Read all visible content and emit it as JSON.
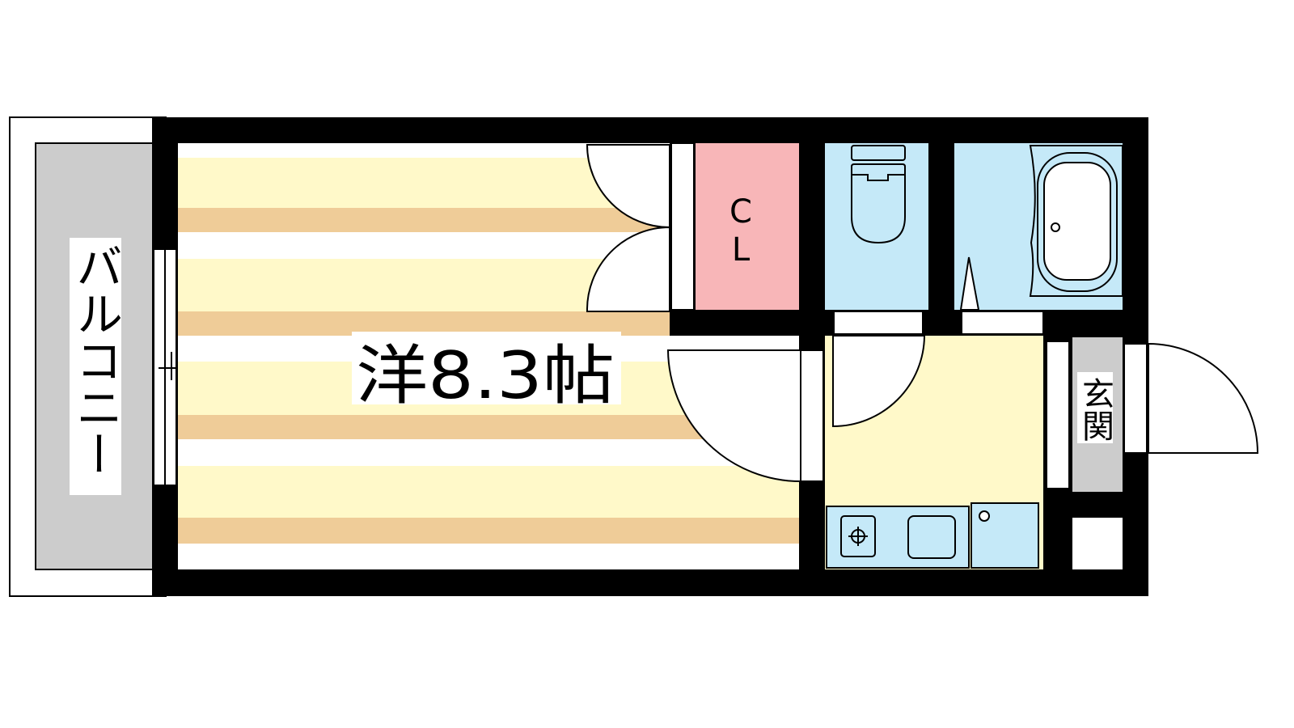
{
  "floorplan": {
    "rooms": {
      "western_room": {
        "label": "洋8.3帖",
        "type": "洋室",
        "size_jo": 8.3
      },
      "balcony": {
        "label": "バルコニー"
      },
      "closet": {
        "label_line1": "C",
        "label_line2": "L"
      },
      "entrance": {
        "label": "玄関"
      }
    },
    "colors": {
      "wall": "#000000",
      "floor_stripe_light": "#fff9c9",
      "floor_stripe_dark": "#efcc98",
      "closet": "#f8b6b8",
      "wet_area": "#c5e9f8",
      "kitchen_floor": "#fff9c9",
      "balcony": "#cccccc",
      "entrance": "#cccccc"
    }
  }
}
